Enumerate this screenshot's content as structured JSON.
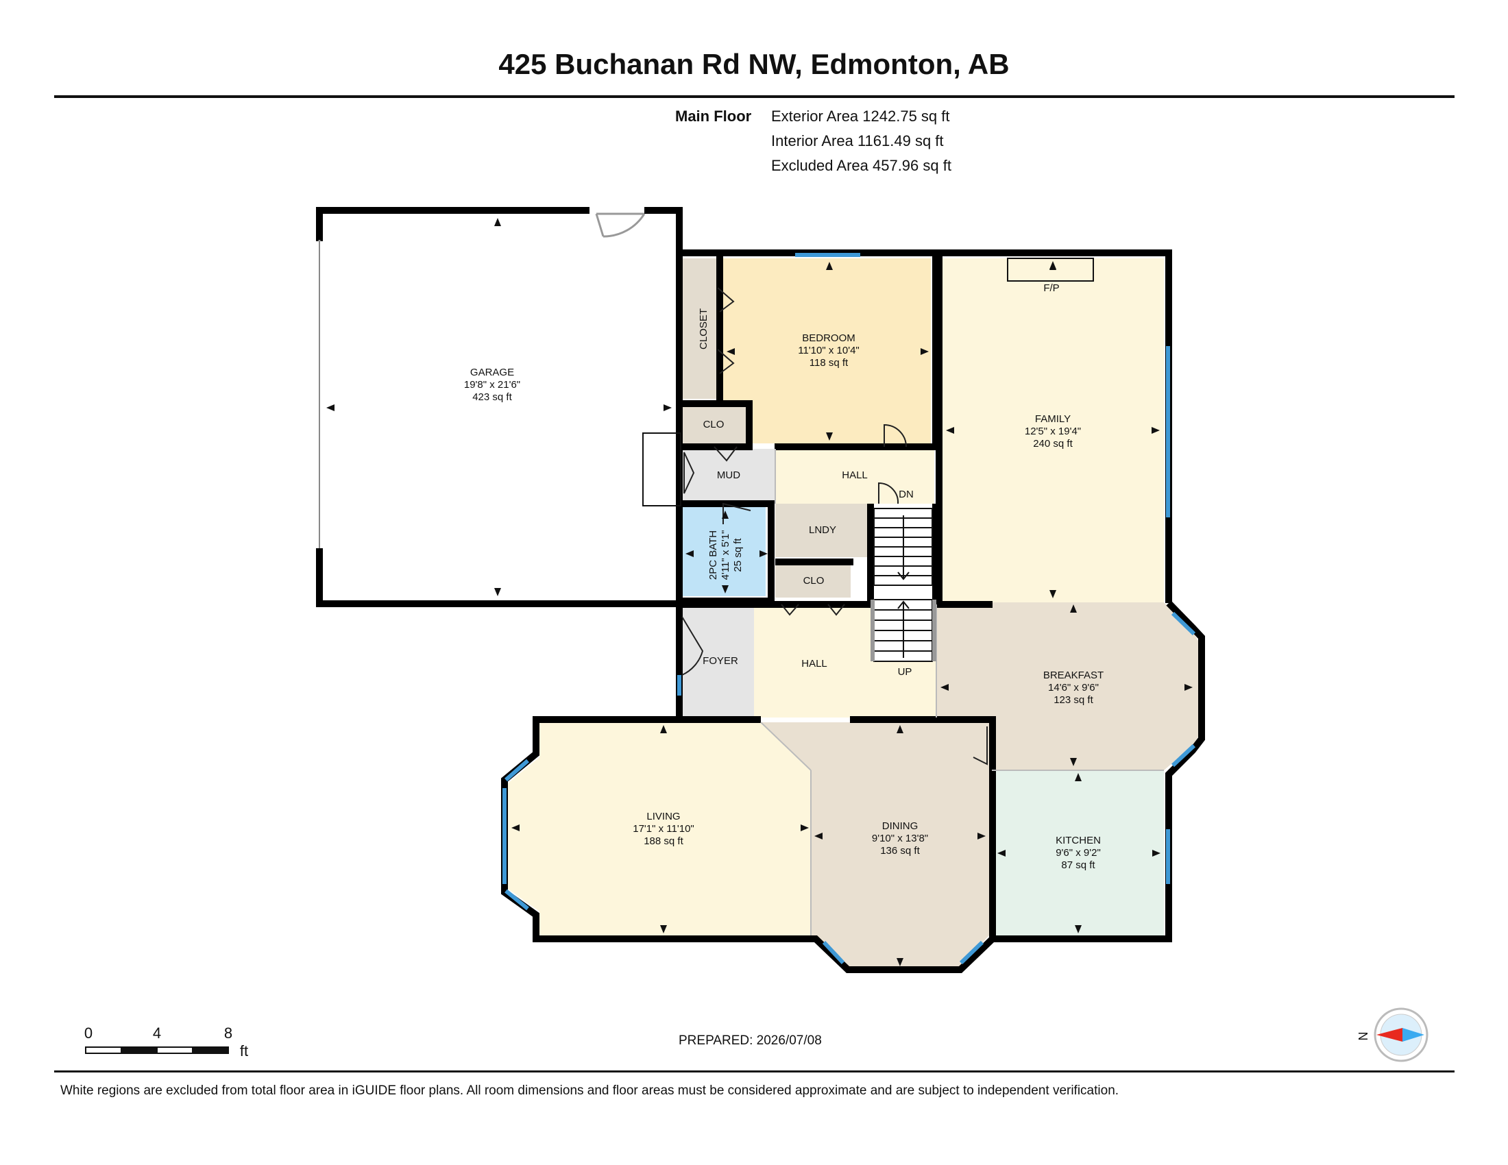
{
  "title": "425 Buchanan Rd NW, Edmonton, AB",
  "floor": {
    "label": "Main Floor",
    "exterior": "Exterior Area 1242.75 sq ft",
    "interior": "Interior Area 1161.49 sq ft",
    "excluded": "Excluded Area 457.96 sq ft"
  },
  "rooms": {
    "garage": {
      "name": "GARAGE",
      "dims": "19'8\" x 21'6\"",
      "area": "423 sq ft"
    },
    "bedroom": {
      "name": "BEDROOM",
      "dims": "11'10\" x 10'4\"",
      "area": "118 sq ft"
    },
    "family": {
      "name": "FAMILY",
      "dims": "12'5\" x 19'4\"",
      "area": "240 sq ft"
    },
    "bath": {
      "name": "2PC BATH",
      "dims": "4'11\" x 5'1\"",
      "area": "25 sq ft"
    },
    "breakfast": {
      "name": "BREAKFAST",
      "dims": "14'6\" x 9'6\"",
      "area": "123 sq ft"
    },
    "living": {
      "name": "LIVING",
      "dims": "17'1\" x 11'10\"",
      "area": "188 sq ft"
    },
    "dining": {
      "name": "DINING",
      "dims": "9'10\" x 13'8\"",
      "area": "136 sq ft"
    },
    "kitchen": {
      "name": "KITCHEN",
      "dims": "9'6\" x 9'2\"",
      "area": "87 sq ft"
    }
  },
  "labels": {
    "closet": "CLOSET",
    "clo_upper": "CLO",
    "clo_lower": "CLO",
    "mud": "MUD",
    "hall_upper": "HALL",
    "hall_lower": "HALL",
    "lndy": "LNDY",
    "foyer": "FOYER",
    "fp": "F/P",
    "dn": "DN",
    "up": "UP"
  },
  "scale": {
    "t0": "0",
    "t4": "4",
    "t8": "8",
    "unit": "ft"
  },
  "compass": {
    "letter": "N"
  },
  "prepared": "PREPARED: 2026/07/08",
  "footnote": "White regions are excluded from total floor area in iGUIDE floor plans. All room dimensions and floor areas must be considered approximate and are subject to independent verification."
}
